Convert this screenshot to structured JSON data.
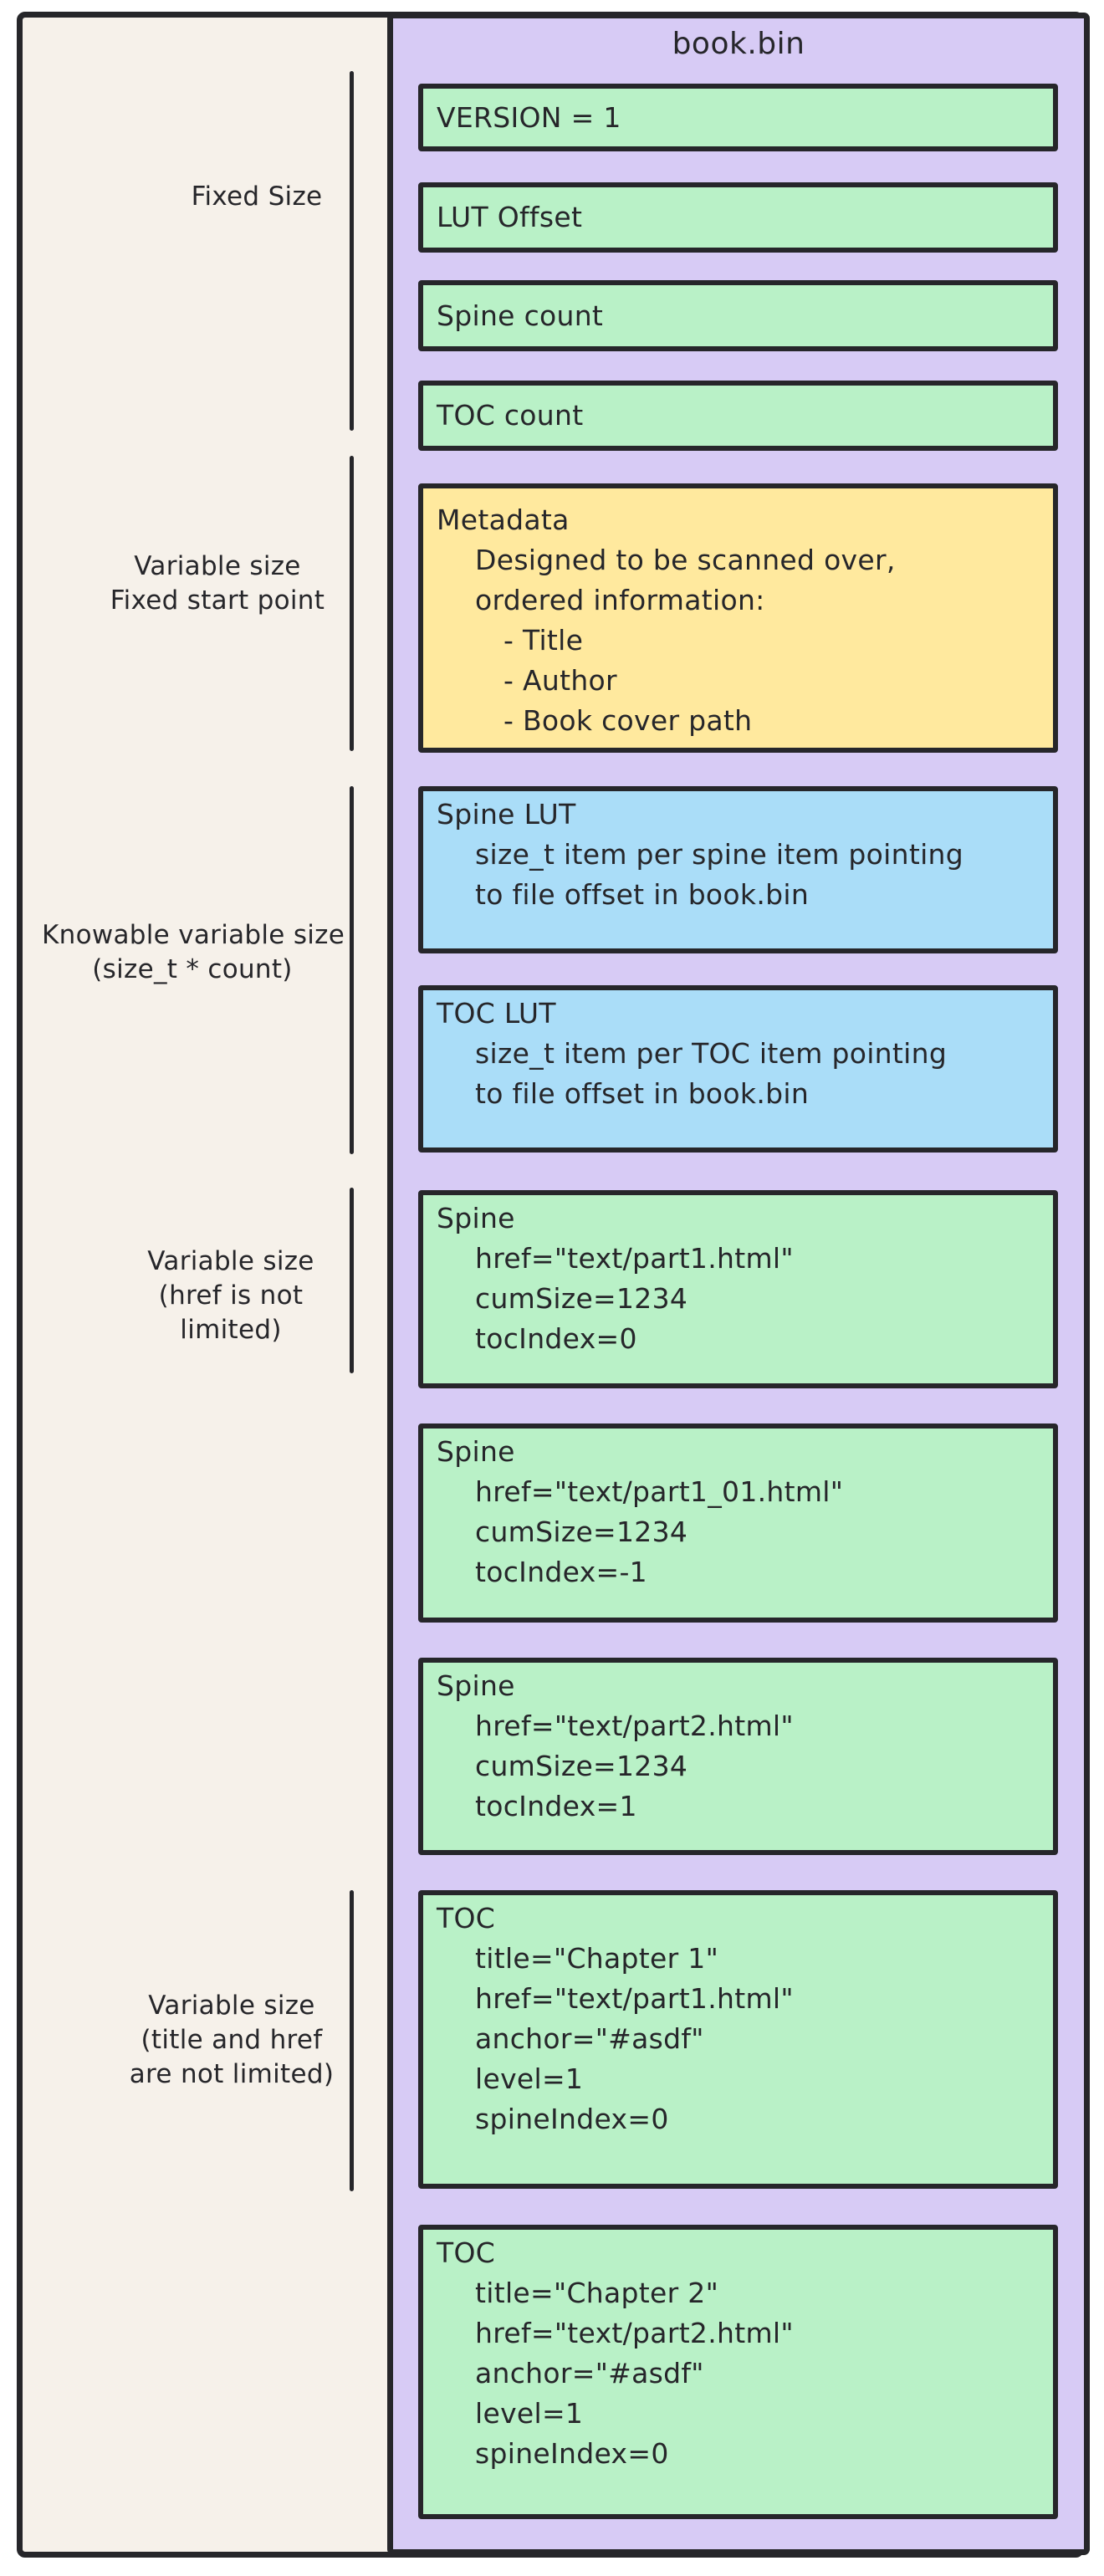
{
  "title": "book.bin",
  "colors": {
    "ink": "#26262a",
    "frame_bg": "#f6f1ea",
    "purple": "#d7cbf5",
    "green": "#b9f1c7",
    "yellow": "#ffe99e",
    "blue": "#aaddf8"
  },
  "side_labels": [
    {
      "name": "fixed-size",
      "lines": [
        "Fixed Size"
      ]
    },
    {
      "name": "variable-size-fixed-start",
      "lines": [
        "Variable size",
        "Fixed start point"
      ]
    },
    {
      "name": "knowable-variable-size",
      "lines": [
        "Knowable variable size",
        "(size_t * count)"
      ]
    },
    {
      "name": "variable-size-href",
      "lines": [
        "Variable size",
        "(href is not",
        "limited)"
      ]
    },
    {
      "name": "variable-size-title-href",
      "lines": [
        "Variable size",
        "(title and href",
        "are not limited)"
      ]
    }
  ],
  "boxes": [
    {
      "name": "version",
      "color": "green",
      "lines": [
        {
          "text": "VERSION = 1"
        }
      ]
    },
    {
      "name": "lut-offset",
      "color": "green",
      "lines": [
        {
          "text": "LUT Offset"
        }
      ]
    },
    {
      "name": "spine-count",
      "color": "green",
      "lines": [
        {
          "text": "Spine count"
        }
      ]
    },
    {
      "name": "toc-count",
      "color": "green",
      "lines": [
        {
          "text": "TOC count"
        }
      ]
    },
    {
      "name": "metadata",
      "color": "yellow",
      "lines": [
        {
          "text": "Metadata"
        },
        {
          "text": "Designed to be scanned over,"
        },
        {
          "text": "ordered information:"
        },
        {
          "text": "- Title"
        },
        {
          "text": "- Author"
        },
        {
          "text": "- Book cover path"
        }
      ]
    },
    {
      "name": "spine-lut",
      "color": "blue",
      "lines": [
        {
          "text": "Spine LUT"
        },
        {
          "text": "size_t item per spine item pointing"
        },
        {
          "text": "to file offset in book.bin"
        }
      ]
    },
    {
      "name": "toc-lut",
      "color": "blue",
      "lines": [
        {
          "text": "TOC LUT"
        },
        {
          "text": "size_t item per TOC item pointing"
        },
        {
          "text": "to file offset in book.bin"
        }
      ]
    },
    {
      "name": "spine-item-1",
      "color": "green",
      "lines": [
        {
          "text": "Spine"
        },
        {
          "text": "href=\"text/part1.html\""
        },
        {
          "text": "cumSize=1234"
        },
        {
          "text": "tocIndex=0"
        }
      ]
    },
    {
      "name": "spine-item-2",
      "color": "green",
      "lines": [
        {
          "text": "Spine"
        },
        {
          "text": "href=\"text/part1_01.html\""
        },
        {
          "text": "cumSize=1234"
        },
        {
          "text": "tocIndex=-1"
        }
      ]
    },
    {
      "name": "spine-item-3",
      "color": "green",
      "lines": [
        {
          "text": "Spine"
        },
        {
          "text": "href=\"text/part2.html\""
        },
        {
          "text": "cumSize=1234"
        },
        {
          "text": "tocIndex=1"
        }
      ]
    },
    {
      "name": "toc-item-1",
      "color": "green",
      "lines": [
        {
          "text": "TOC"
        },
        {
          "text": "title=\"Chapter 1\""
        },
        {
          "text": "href=\"text/part1.html\""
        },
        {
          "text": "anchor=\"#asdf\""
        },
        {
          "text": "level=1"
        },
        {
          "text": "spineIndex=0"
        }
      ]
    },
    {
      "name": "toc-item-2",
      "color": "green",
      "lines": [
        {
          "text": "TOC"
        },
        {
          "text": "title=\"Chapter 2\""
        },
        {
          "text": "href=\"text/part2.html\""
        },
        {
          "text": "anchor=\"#asdf\""
        },
        {
          "text": "level=1"
        },
        {
          "text": "spineIndex=0"
        }
      ]
    }
  ]
}
